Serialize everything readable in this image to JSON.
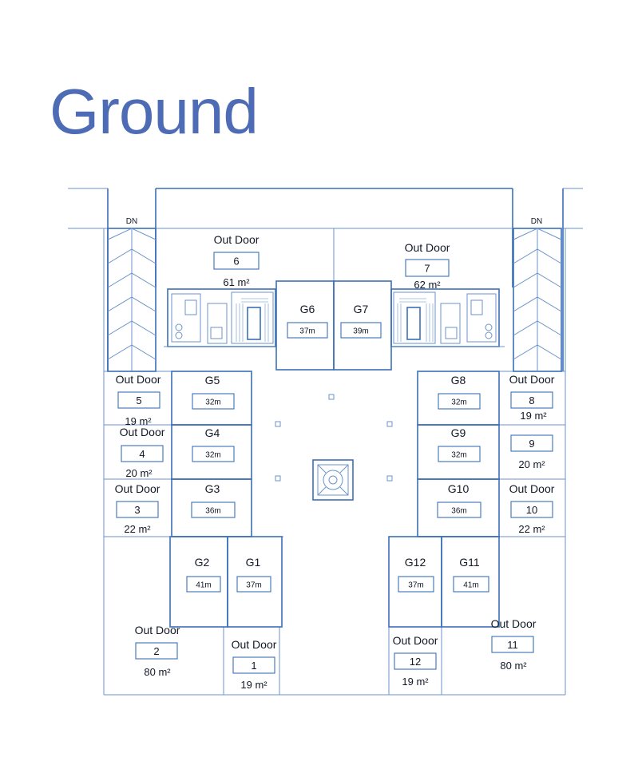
{
  "title": "Ground",
  "stair_label": "DN",
  "outdoor_units": [
    {
      "label": "Out Door",
      "number": "6",
      "area": "61 m²"
    },
    {
      "label": "Out Door",
      "number": "7",
      "area": "62 m²"
    },
    {
      "label": "Out Door",
      "number": "5",
      "area": "19 m²"
    },
    {
      "label": "Out Door",
      "number": "4",
      "area": "20 m²"
    },
    {
      "label": "Out Door",
      "number": "3",
      "area": "22 m²"
    },
    {
      "label": "Out Door",
      "number": "8",
      "area": "19 m²"
    },
    {
      "label": "",
      "number": "9",
      "area": "20 m²"
    },
    {
      "label": "Out Door",
      "number": "10",
      "area": "22 m²"
    },
    {
      "label": "Out Door",
      "number": "2",
      "area": "80 m²"
    },
    {
      "label": "Out Door",
      "number": "1",
      "area": "19 m²"
    },
    {
      "label": "Out Door",
      "number": "12",
      "area": "19 m²"
    },
    {
      "label": "Out Door",
      "number": "11",
      "area": "80 m²"
    }
  ],
  "shops": [
    {
      "name": "G6",
      "area": "37m"
    },
    {
      "name": "G7",
      "area": "39m"
    },
    {
      "name": "G5",
      "area": "32m"
    },
    {
      "name": "G4",
      "area": "32m"
    },
    {
      "name": "G3",
      "area": "36m"
    },
    {
      "name": "G8",
      "area": "32m"
    },
    {
      "name": "G9",
      "area": "32m"
    },
    {
      "name": "G10",
      "area": "36m"
    },
    {
      "name": "G2",
      "area": "41m"
    },
    {
      "name": "G1",
      "area": "37m"
    },
    {
      "name": "G12",
      "area": "37m"
    },
    {
      "name": "G11",
      "area": "41m"
    }
  ],
  "colors": {
    "title": "#4e6bb5",
    "lines": "#3b6fb8"
  }
}
